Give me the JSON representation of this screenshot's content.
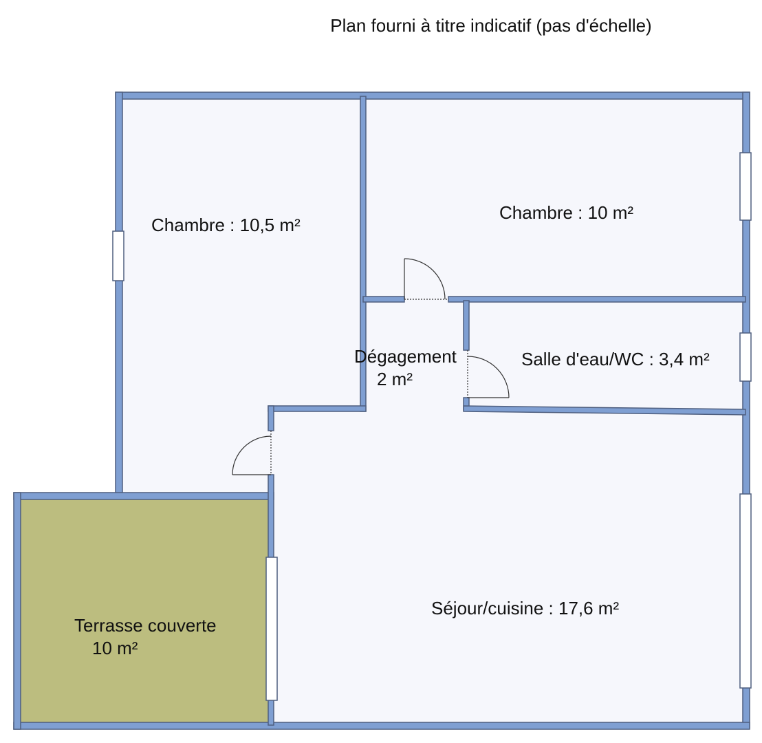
{
  "caption": "Plan fourni à titre indicatif (pas d'échelle)",
  "colors": {
    "wall": "#7f9fd2",
    "wall_edge": "#4f5f7f",
    "floor": "#f6f7fc",
    "terrace": "#bcbd7f",
    "window": "#ffffff",
    "door_line": "#333333"
  },
  "rooms": {
    "chambre1": "Chambre : 10,5 m²",
    "chambre2": "Chambre : 10 m²",
    "degagement_name": "Dégagement",
    "degagement_area": "2 m²",
    "salle_eau": "Salle d'eau/WC : 3,4 m²",
    "sejour": "Séjour/cuisine : 17,6 m²",
    "terrasse_name": "Terrasse couverte",
    "terrasse_area": "10 m²"
  }
}
